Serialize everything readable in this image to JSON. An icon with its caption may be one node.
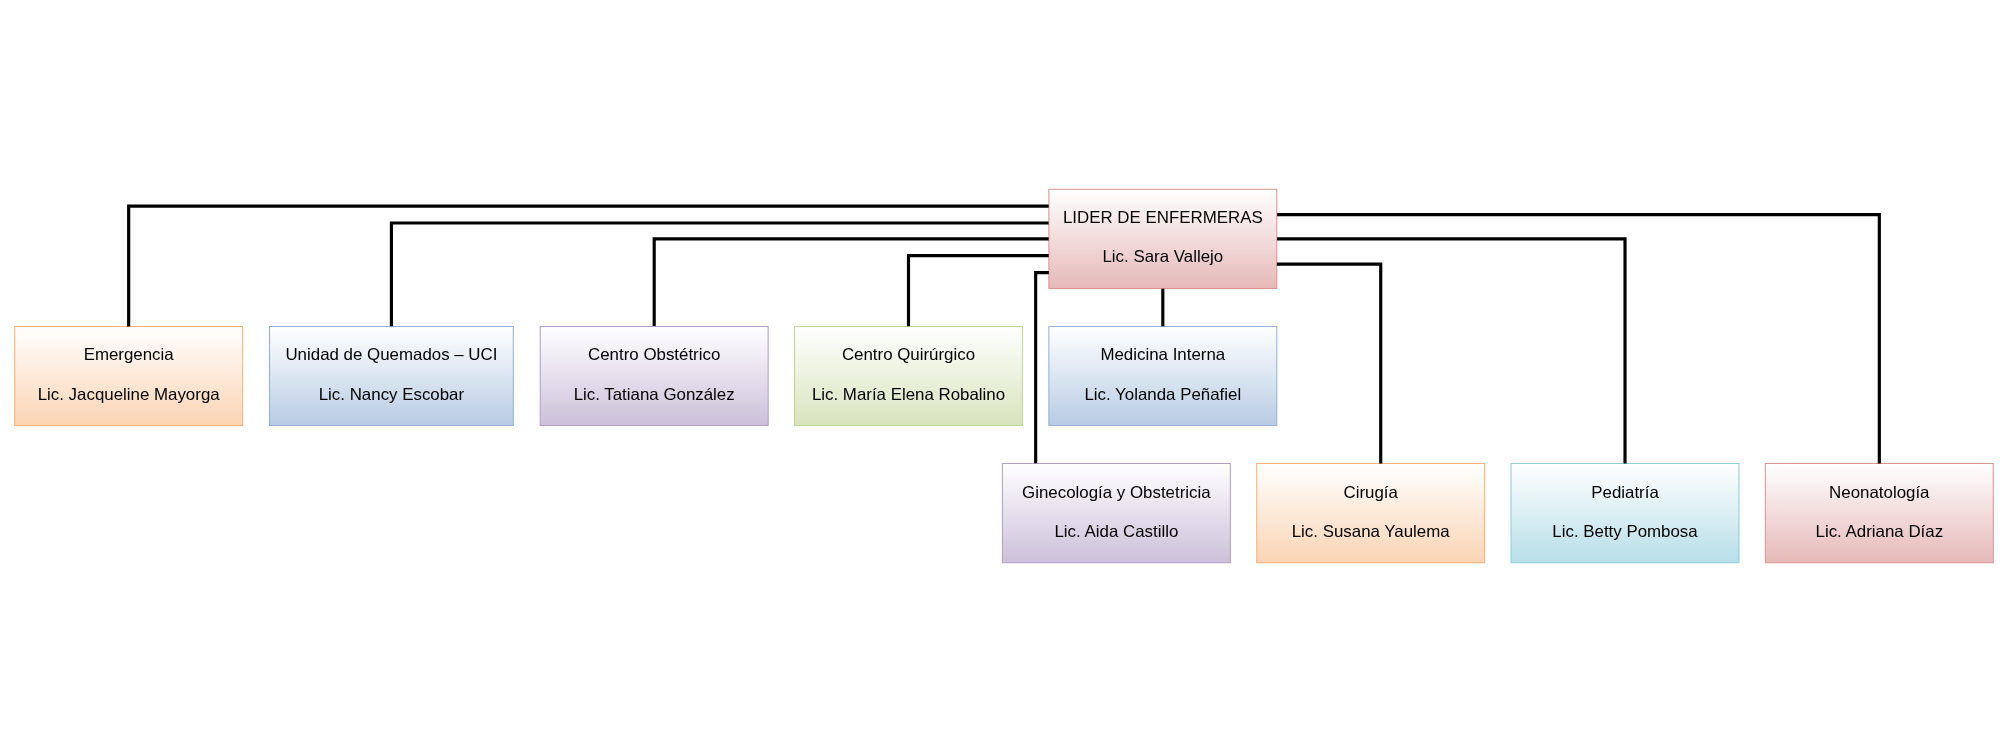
{
  "diagram": {
    "nodes": [
      {
        "text": [
          "LIDER DE ENFERMERAS",
          "Lic. Sara Vallejo"
        ]
      },
      {
        "text": [
          "Emergencia",
          "Lic. Jacqueline Mayorga"
        ]
      },
      {
        "text": [
          "Unidad de Quemados – UCI",
          "Lic. Nancy Escobar"
        ]
      },
      {
        "text": [
          "Centro Obstétrico",
          "Lic. Tatiana González"
        ]
      },
      {
        "text": [
          "Centro Quirúrgico",
          "Lic. María Elena Robalino"
        ]
      },
      {
        "text": [
          "Medicina Interna",
          "Lic. Yolanda Peñafiel"
        ]
      },
      {
        "text": [
          "Ginecología y Obstetricia",
          "Lic. Aida Castillo"
        ]
      },
      {
        "text": [
          "Cirugía",
          "Lic. Susana Yaulema"
        ]
      },
      {
        "text": [
          "Pediatría",
          "Lic. Betty Pombosa"
        ]
      },
      {
        "text": [
          "Neonatología",
          "Lic. Adriana Díaz"
        ]
      }
    ],
    "edges": [
      {
        "from": 0,
        "to": 1,
        "arrow": "none"
      },
      {
        "from": 0,
        "to": 6,
        "arrow": "none"
      },
      {
        "from": 0,
        "to": 2,
        "arrow": "none"
      },
      {
        "from": 0,
        "to": 7,
        "arrow": "none"
      },
      {
        "from": 0,
        "to": 3,
        "arrow": "none"
      },
      {
        "from": 0,
        "to": 8,
        "arrow": "none"
      },
      {
        "from": 0,
        "to": 4,
        "arrow": "none"
      },
      {
        "from": 0,
        "to": 9,
        "arrow": "none"
      },
      {
        "from": 0,
        "to": 5,
        "arrow": "none"
      }
    ]
  }
}
